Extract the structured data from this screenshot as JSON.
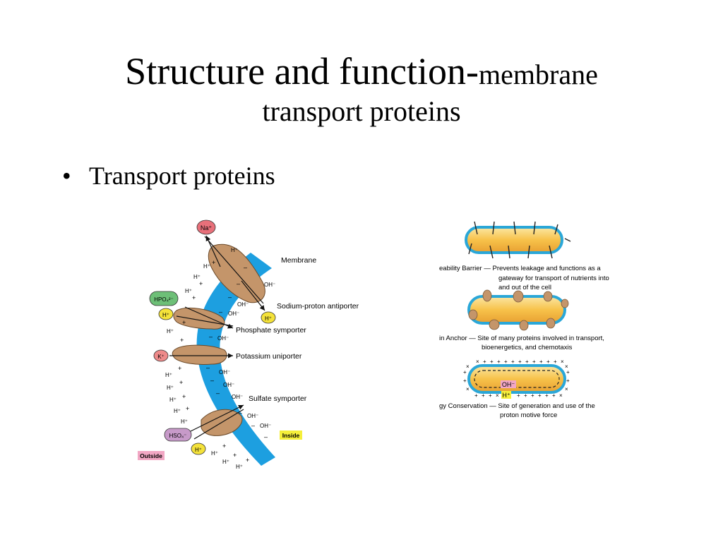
{
  "slide": {
    "title_main": "Structure and function-",
    "title_sub": "membrane",
    "title_line2": "transport proteins",
    "bullet_marker": "•",
    "bullet_text": "Transport proteins"
  },
  "left_diagram": {
    "ions": {
      "na": "Na⁺",
      "hpo4": "HPO₄²⁻",
      "h_phosphate": "H⁺",
      "h_sodium": "H⁺",
      "k": "K⁺",
      "hso4": "HSO₄⁻",
      "h_sulfate": "H⁺"
    },
    "labels": {
      "membrane": "Membrane",
      "sodium": "Sodium-proton antiporter",
      "phosphate": "Phosphate symporter",
      "potassium": "Potassium uniporter",
      "sulfate": "Sulfate symporter",
      "inside": "Inside",
      "outside": "Outside"
    },
    "outside_h": "H⁺",
    "plus": "+",
    "minus": "–",
    "inside_oh": "OH⁻",
    "colors": {
      "membrane": "#1d9fe0",
      "protein": "#c4956a",
      "na": "#e8707a",
      "hpo4": "#6dbf77",
      "h": "#f4e23a",
      "k": "#ee8a8a",
      "hso4": "#c79ac9",
      "inside_tag": "#f5ef3a",
      "outside_tag": "#f2a7c4"
    }
  },
  "right_diagram": {
    "captions": {
      "barrier_1": "eability Barrier — Prevents leakage and functions as a",
      "barrier_2": "gateway for transport of nutrients into",
      "barrier_3": "and out of the cell",
      "anchor_1": "in Anchor — Site of many proteins involved in transport,",
      "anchor_2": "bioenergetics, and chemotaxis",
      "energy_1": "gy Conservation — Site of generation and use of the",
      "energy_2": "proton motive force"
    },
    "oh": "OH⁻",
    "h": "H⁺",
    "plus": "+",
    "minus": "×",
    "colors": {
      "cell_fill": "#f7c24a",
      "cell_border": "#2aa7d8",
      "oh_tag": "#f2a7c4",
      "h_tag": "#f5ef3a"
    }
  }
}
